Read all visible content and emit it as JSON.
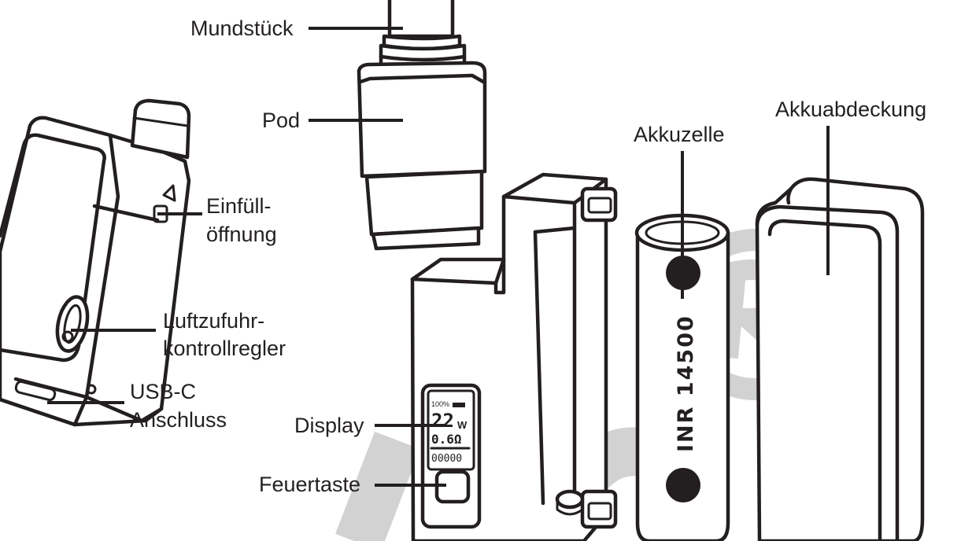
{
  "labels": {
    "mouthpiece": "Mundstück",
    "pod": "Pod",
    "fill_port_line1": "Einfüll-",
    "fill_port_line2": "öffnung",
    "airflow_line1": "Luftzufuhr-",
    "airflow_line2": "kontrollregler",
    "usb_line1": "USB-C",
    "usb_line2": "Anschluss",
    "display": "Display",
    "fire_button": "Feuertaste",
    "battery_cell": "Akkuzelle",
    "battery_cover": "Akkuabdeckung"
  },
  "battery_marking": "INR 14500",
  "screen": {
    "battery_pct": "100%",
    "wattage": "22",
    "wattage_unit": "W",
    "resistance": "0.6Ω",
    "counter": "00000"
  },
  "colors": {
    "ink": "#231f20",
    "watermark": "#bfbfbf",
    "background": "#ffffff"
  }
}
